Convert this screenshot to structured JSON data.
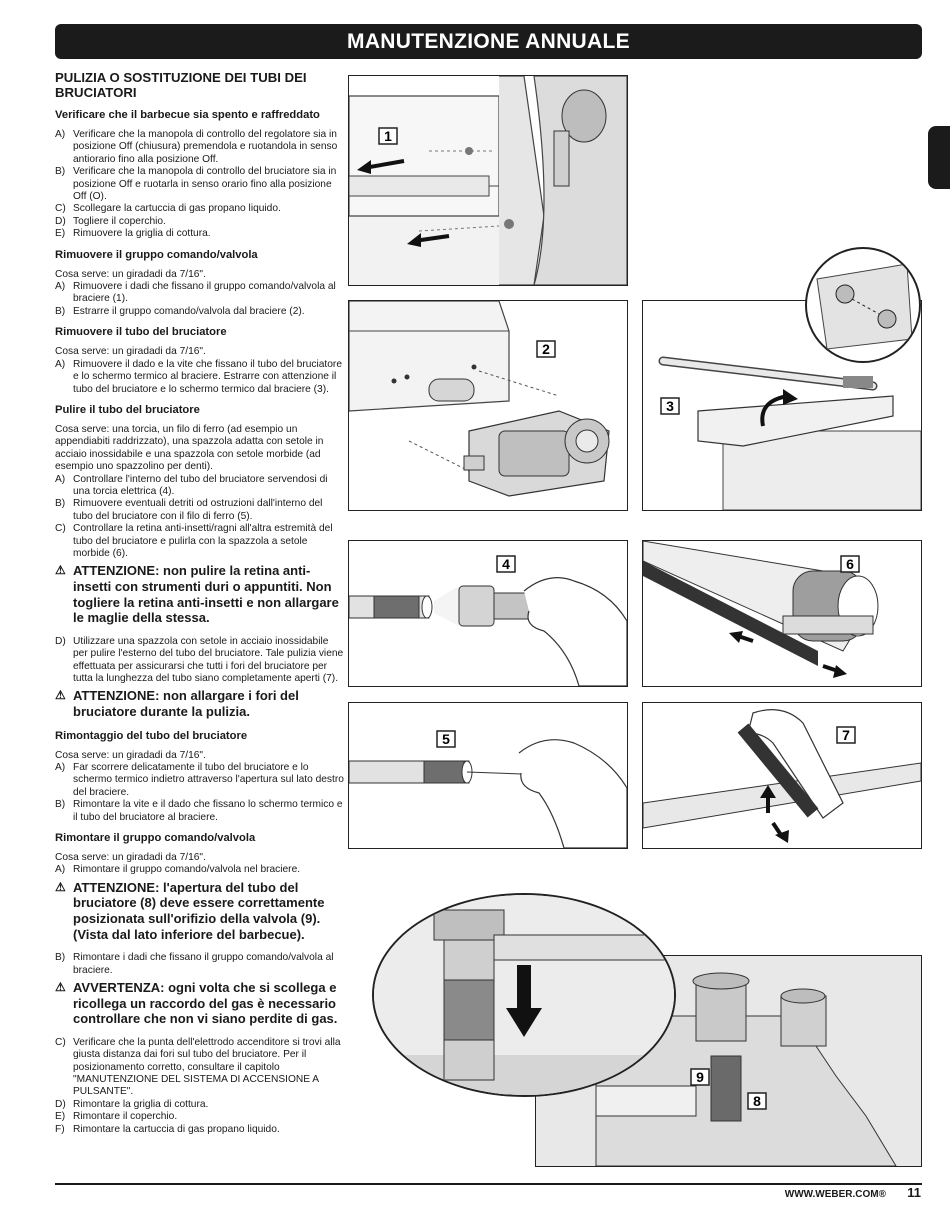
{
  "header": {
    "title": "MANUTENZIONE ANNUALE"
  },
  "section_title": "PULIZIA O SOSTITUZIONE DEI TUBI DEI BRUCIATORI",
  "s1": {
    "heading": "Verificare che il barbecue sia spento e raffreddato",
    "items": [
      {
        "letter": "A)",
        "text": "Verificare che la manopola di controllo del regolatore sia in posizione Off (chiusura) premendola e ruotandola in senso antiorario fino alla posizione Off."
      },
      {
        "letter": "B)",
        "text": "Verificare che la manopola di controllo del bruciatore sia in posizione Off e ruotarla in senso orario fino alla posizione Off (O)."
      },
      {
        "letter": "C)",
        "text": "Scollegare la cartuccia di gas propano liquido."
      },
      {
        "letter": "D)",
        "text": "Togliere il coperchio."
      },
      {
        "letter": "E)",
        "text": "Rimuovere la griglia di cottura."
      }
    ]
  },
  "s2": {
    "heading": "Rimuovere il gruppo comando/valvola",
    "intro": "Cosa serve: un giradadi da 7/16\".",
    "items": [
      {
        "letter": "A)",
        "text": "Rimuovere i dadi che fissano il gruppo comando/valvola al braciere (1)."
      },
      {
        "letter": "B)",
        "text": "Estrarre il gruppo comando/valvola dal braciere (2)."
      }
    ]
  },
  "s3": {
    "heading": "Rimuovere il tubo del bruciatore",
    "intro": "Cosa serve: un giradadi da 7/16\".",
    "items": [
      {
        "letter": "A)",
        "text": "Rimuovere il dado e la vite che fissano il tubo del bruciatore e lo schermo termico al braciere. Estrarre con attenzione il tubo del bruciatore e lo schermo termico dal braciere (3)."
      }
    ]
  },
  "s4": {
    "heading": "Pulire il tubo del bruciatore",
    "intro": "Cosa serve: una torcia, un filo di ferro (ad esempio un appendiabiti raddrizzato), una spazzola adatta con setole in acciaio inossidabile e una spazzola con setole morbide (ad esempio uno spazzolino per denti).",
    "items": [
      {
        "letter": "A)",
        "text": "Controllare l'interno del tubo del bruciatore servendosi di una torcia elettrica (4)."
      },
      {
        "letter": "B)",
        "text": "Rimuovere eventuali detriti od ostruzioni dall'interno del tubo del bruciatore con il filo di ferro (5)."
      },
      {
        "letter": "C)",
        "text": "Controllare la retina anti-insetti/ragni all'altra estremità del tubo del bruciatore e pulirla con la spazzola a setole morbide (6)."
      }
    ],
    "warning1": "ATTENZIONE: non pulire la retina anti-insetti con strumenti duri o appuntiti. Non togliere la retina anti-insetti e non allargare le maglie della stessa.",
    "items2": [
      {
        "letter": "D)",
        "text": "Utilizzare una spazzola con setole in acciaio inossidabile per pulire l'esterno del tubo del bruciatore. Tale pulizia viene effettuata per assicurarsi che tutti i fori del bruciatore per tutta la lunghezza del tubo siano completamente aperti (7)."
      }
    ],
    "warning2": "ATTENZIONE: non allargare i fori del bruciatore durante la pulizia."
  },
  "s5": {
    "heading": "Rimontaggio del tubo del bruciatore",
    "intro": "Cosa serve: un giradadi da 7/16\".",
    "items": [
      {
        "letter": "A)",
        "text": "Far scorrere delicatamente il tubo del bruciatore e lo schermo termico indietro attraverso l'apertura sul lato destro del braciere."
      },
      {
        "letter": "B)",
        "text": "Rimontare la vite e il dado che fissano lo schermo termico e il tubo del bruciatore al braciere."
      }
    ]
  },
  "s6": {
    "heading": "Rimontare il gruppo comando/valvola",
    "intro": "Cosa serve: un giradadi da 7/16\".",
    "items": [
      {
        "letter": "A)",
        "text": "Rimontare il gruppo comando/valvola nel braciere."
      }
    ],
    "warning1": "ATTENZIONE: l'apertura del tubo del bruciatore (8) deve essere correttamente posizionata sull'orifizio della valvola (9). (Vista dal lato inferiore del barbecue).",
    "items2": [
      {
        "letter": "B)",
        "text": "Rimontare i dadi che fissano il gruppo comando/valvola al braciere."
      }
    ],
    "warning2": "AVVERTENZA: ogni volta che si scollega e ricollega un raccordo del gas è necessario controllare che non vi siano perdite di gas.",
    "items3": [
      {
        "letter": "C)",
        "text": "Verificare che la punta dell'elettrodo accenditore si trovi alla giusta distanza dai fori sul tubo del bruciatore. Per il posizionamento corretto, consultare il capitolo \"MANUTENZIONE DEL SISTEMA DI ACCENSIONE A PULSANTE\"."
      },
      {
        "letter": "D)",
        "text": "Rimontare la griglia di cottura."
      },
      {
        "letter": "E)",
        "text": "Rimontare il coperchio."
      },
      {
        "letter": "F)",
        "text": "Rimontare la cartuccia di gas propano liquido."
      }
    ]
  },
  "figures": {
    "n1": "1",
    "n2": "2",
    "n3": "3",
    "n4": "4",
    "n5": "5",
    "n6": "6",
    "n7": "7",
    "n8": "8",
    "n9": "9"
  },
  "footer": {
    "site": "WWW.WEBER.COM®",
    "page": "11"
  },
  "colors": {
    "header_bg": "#1b1b1b",
    "illustration_fill": "#e6e6e6"
  },
  "icons": {
    "warning": "warning-triangle-icon"
  }
}
